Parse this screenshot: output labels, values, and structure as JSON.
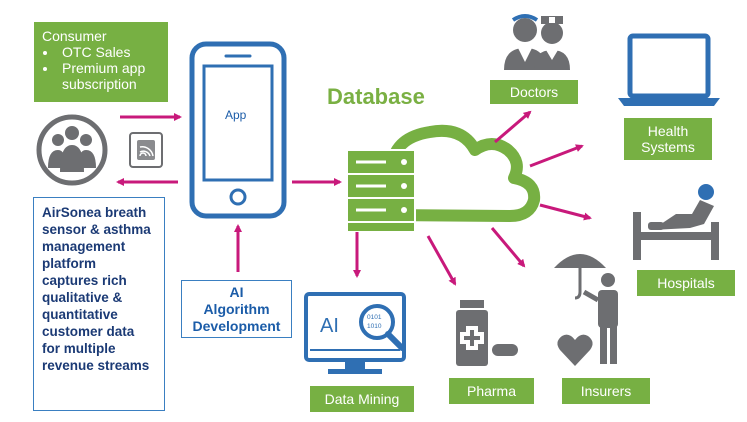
{
  "consumer": {
    "title": "Consumer",
    "items": [
      "OTC Sales",
      "Premium app subscription"
    ]
  },
  "airsonea": {
    "text": "AirSonea breath sensor & asthma management platform captures rich qualitative & quantitative customer data for multiple revenue streams"
  },
  "ai_box": {
    "line1": "AI",
    "line2": "Algorithm",
    "line3": "Development"
  },
  "app": {
    "label": "App"
  },
  "database": {
    "title": "Database"
  },
  "data_mining": {
    "label": "Data Mining",
    "screen_text": "AI",
    "binary_top": "0101",
    "binary_bottom": "1010"
  },
  "pharma": {
    "label": "Pharma"
  },
  "insurers": {
    "label": "Insurers"
  },
  "doctors": {
    "label": "Doctors"
  },
  "health_systems": {
    "line1": "Health",
    "line2": "Systems"
  },
  "hospitals": {
    "label": "Hospitals"
  },
  "colors": {
    "green": "#77b043",
    "blue": "#2f6fb3",
    "gray": "#6d6e71",
    "arrow": "#c8197b"
  }
}
